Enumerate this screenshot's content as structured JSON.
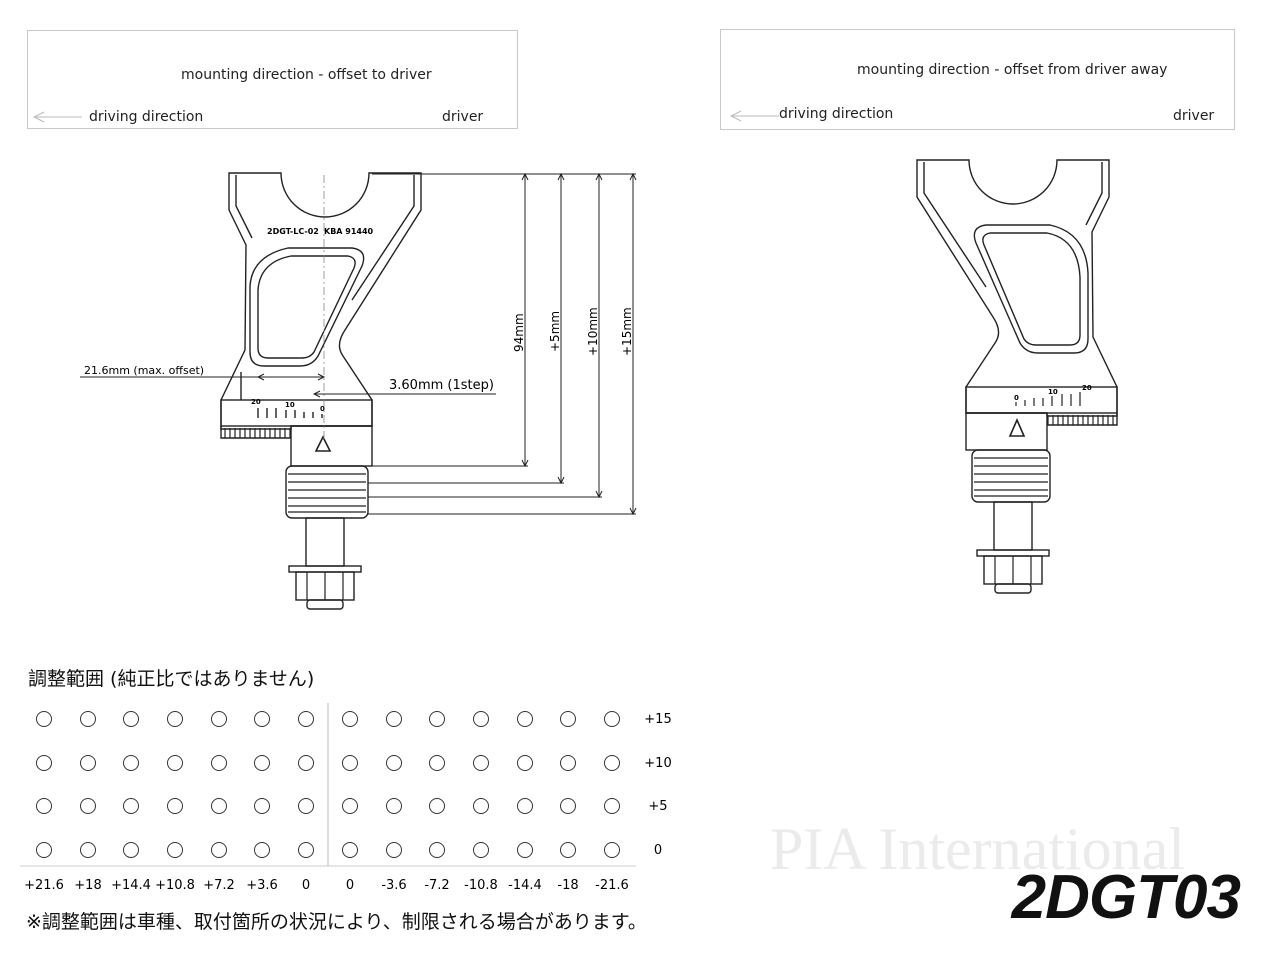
{
  "left_box": {
    "title": "mounting direction - offset to driver",
    "driving_direction": "driving direction",
    "driver": "driver"
  },
  "right_box": {
    "title": "mounting direction - offset from driver away",
    "driving_direction": "driving direction",
    "driver": "driver"
  },
  "left_part": {
    "engraving_1": "2DGT-LC-02",
    "engraving_2": "KBA 91440",
    "scale_20": "20",
    "scale_10": "10",
    "scale_0": "0",
    "offset_label": "21.6mm (max. offset)",
    "step_label": "3.60mm (1step)",
    "dim_94": "94mm",
    "dim_5": "+5mm",
    "dim_10": "+10mm",
    "dim_15": "+15mm"
  },
  "right_part": {
    "scale_0": "0",
    "scale_10": "10",
    "scale_20": "20"
  },
  "range": {
    "title": "調整範囲 (純正比ではありません)",
    "row_labels": [
      "+15",
      "+10",
      "+5",
      "0"
    ],
    "col_labels": [
      "+21.6",
      "+18",
      "+14.4",
      "+10.8",
      "+7.2",
      "+3.6",
      "0",
      "0",
      "-3.6",
      "-7.2",
      "-10.8",
      "-14.4",
      "-18",
      "-21.6"
    ]
  },
  "note": "※調整範囲は車種、取付箇所の状況により、制限される場合があります。",
  "model": "2DGT03",
  "watermark": "PIA International"
}
